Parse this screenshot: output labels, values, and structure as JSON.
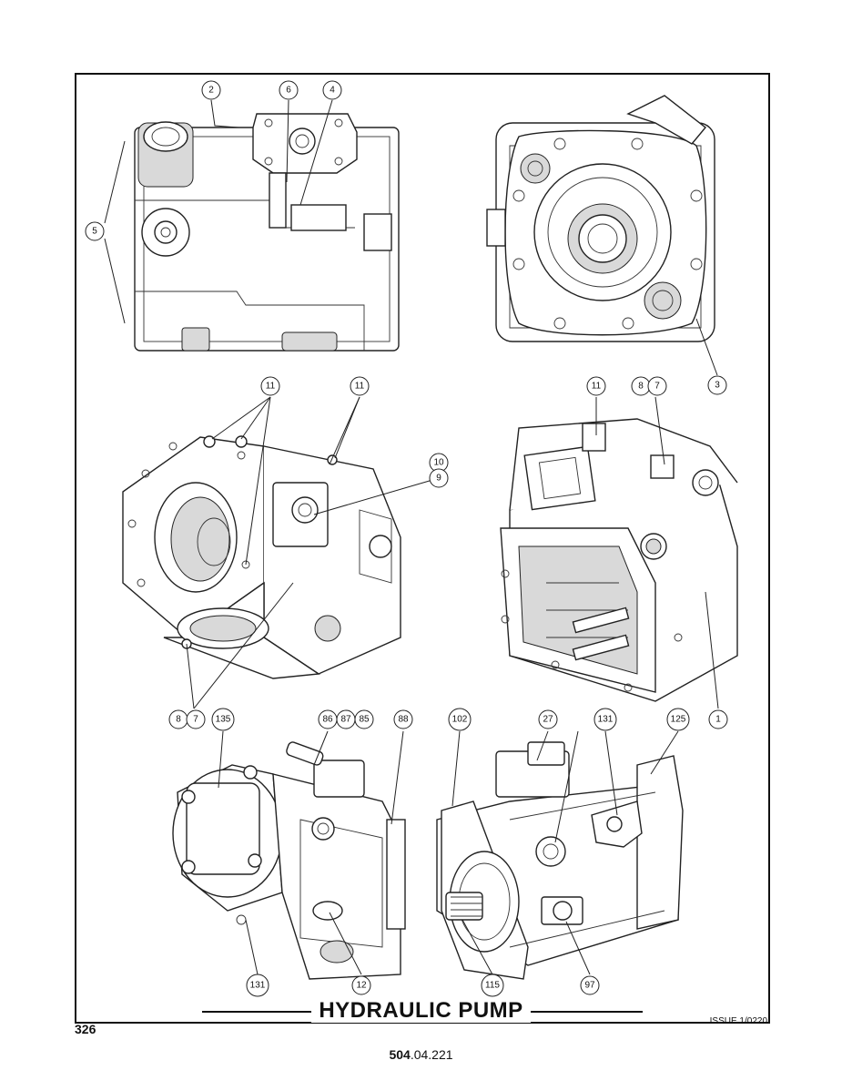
{
  "title": "HYDRAULIC PUMP",
  "page_number": "326",
  "issue": "ISSUE 1/0220",
  "doc_code_bold": "504",
  "doc_code_rest": ".04.221",
  "callouts": {
    "c1": "2",
    "c2": "6",
    "c3": "4",
    "c4": "5",
    "c5": "3",
    "c6": "11",
    "c7": "11",
    "c8": "10",
    "c9": "9",
    "c10": "8",
    "c11": "7",
    "c12": "11",
    "c13": "8",
    "c14": "7",
    "c15": "1",
    "c16": "135",
    "c17": "86",
    "c18": "87",
    "c19": "85",
    "c20": "88",
    "c21": "131",
    "c22": "12",
    "c23": "102",
    "c24": "27",
    "c25": "131",
    "c26": "125",
    "c27": "115",
    "c28": "97"
  }
}
